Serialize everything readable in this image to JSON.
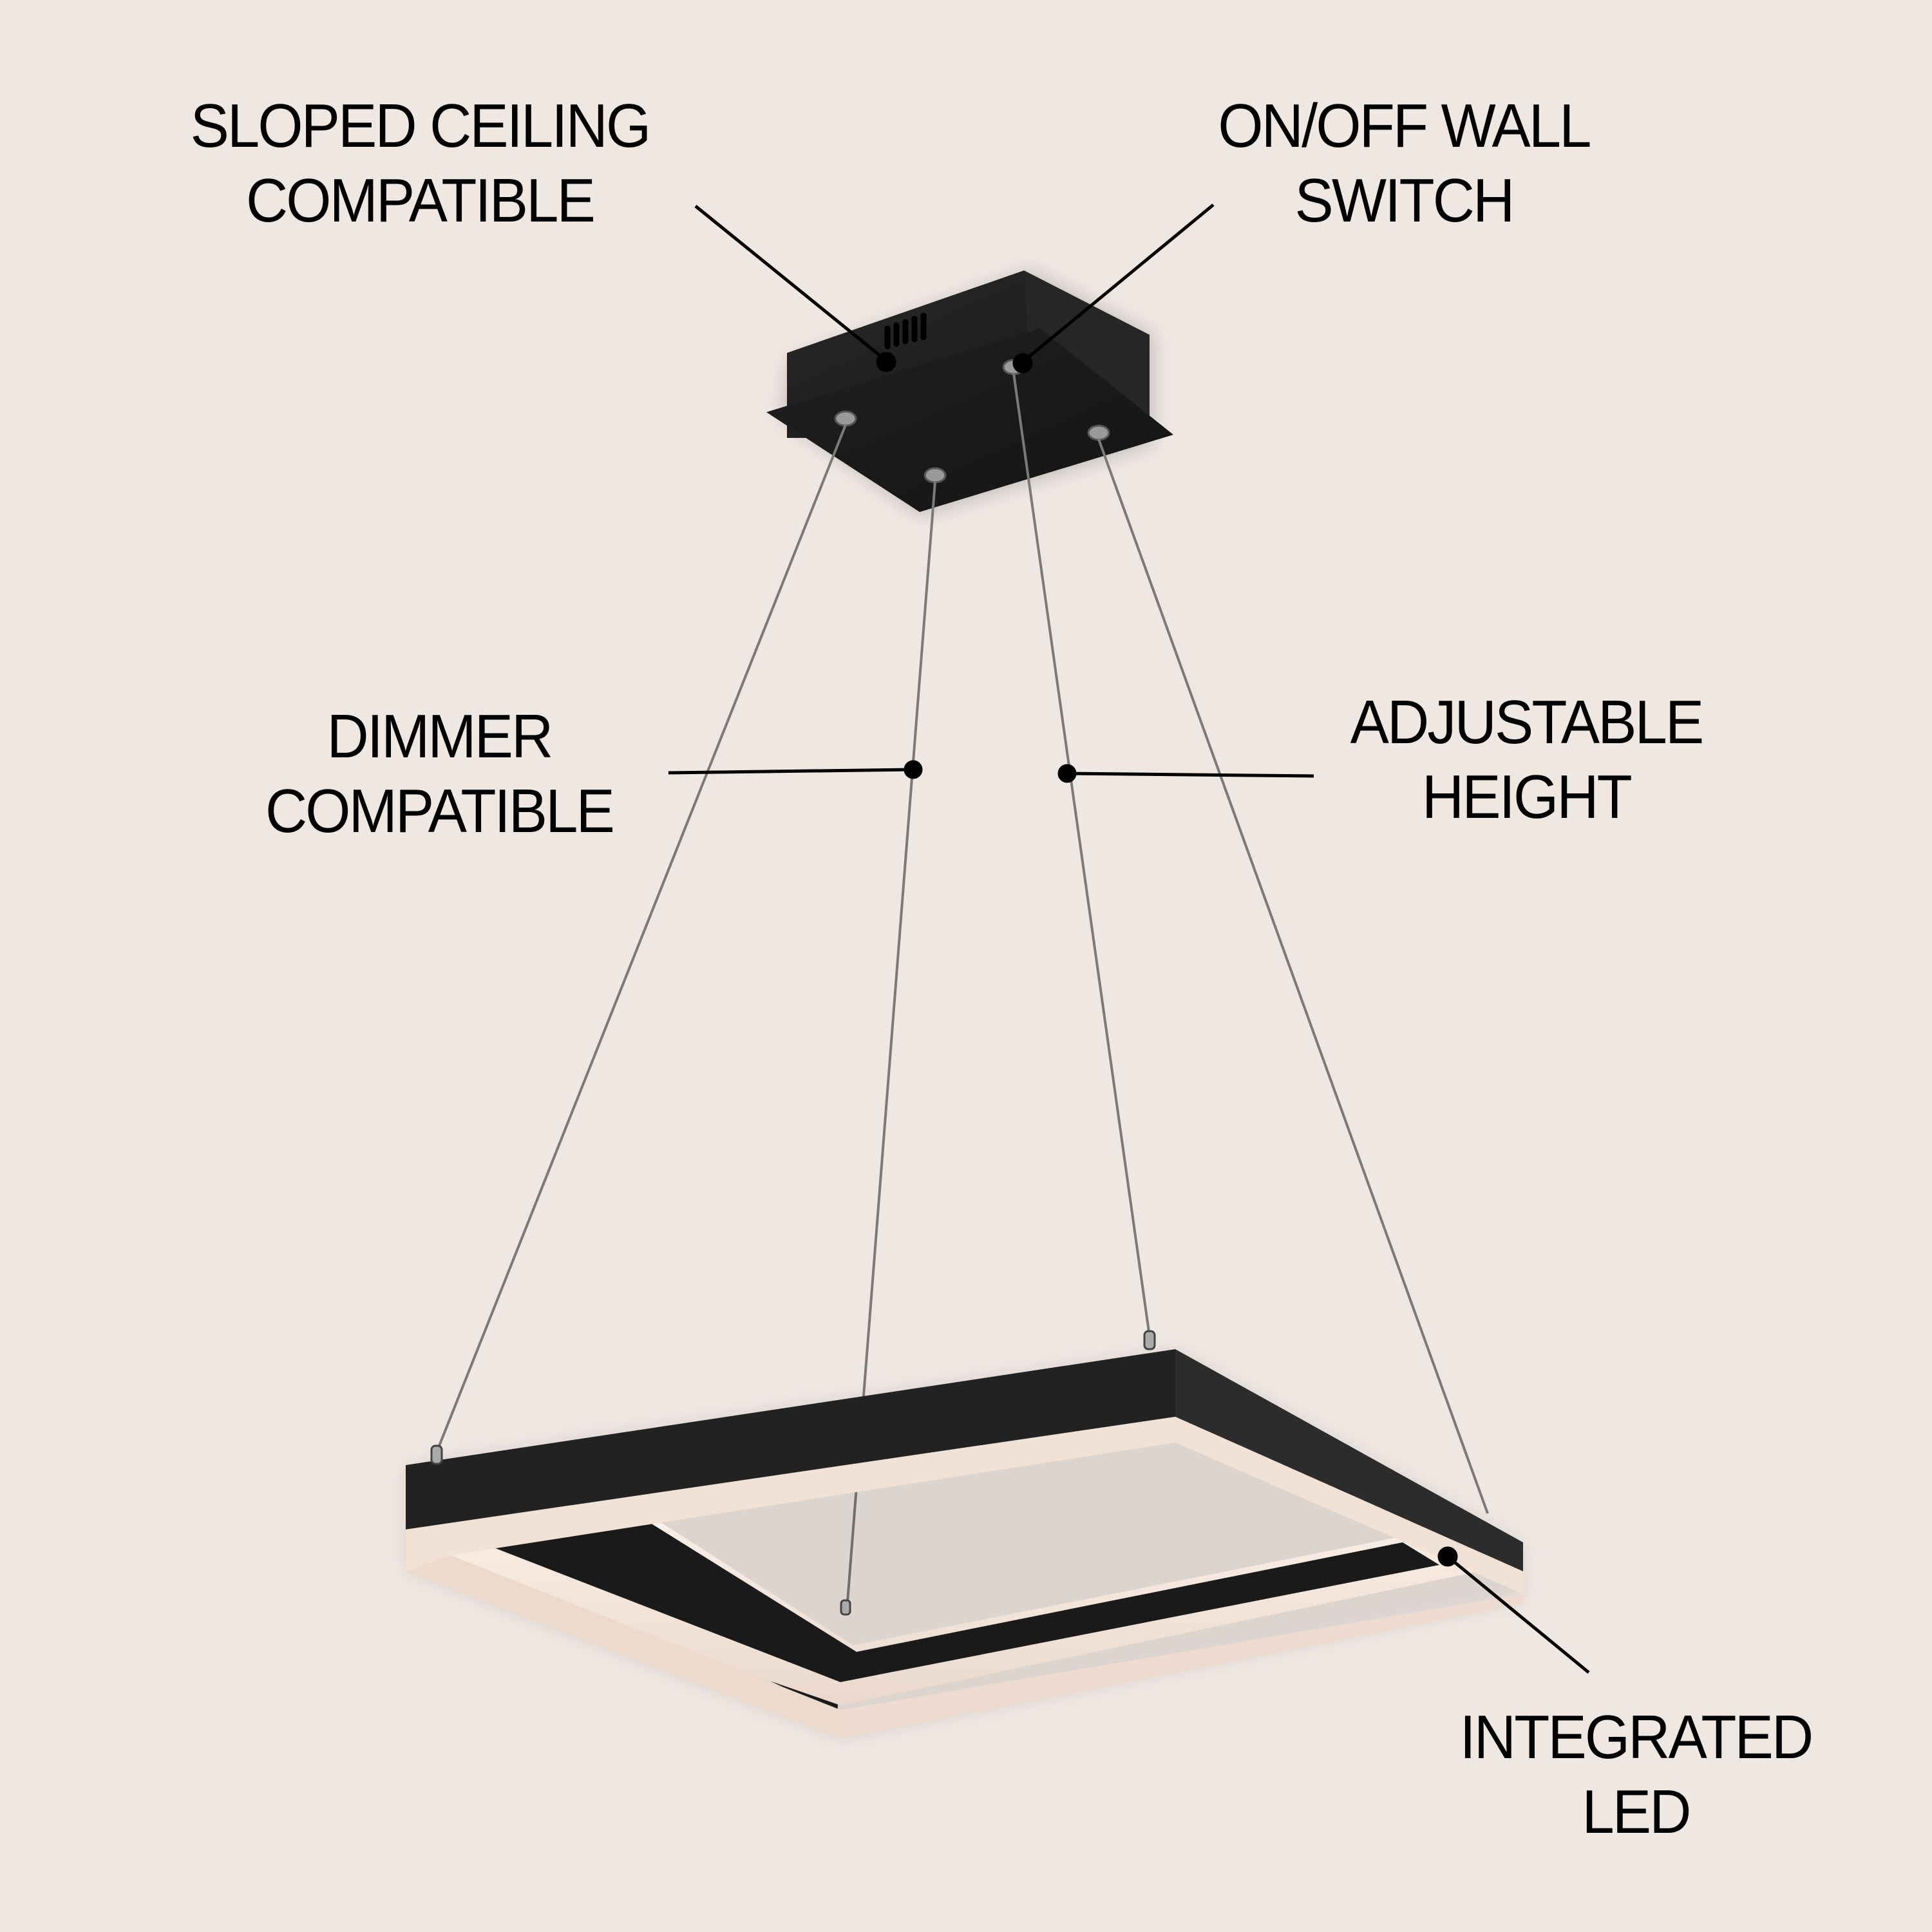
{
  "diagram": {
    "subject": "Square LED pendant light, black frame, suspended by four cables from a square canopy",
    "colors": {
      "background": "#efe7e2",
      "fixture": "#1c1c1c",
      "diffuser": "#f4e6dc",
      "callout": "#000000",
      "cable": "#7a7a7a"
    },
    "callouts": [
      {
        "id": "sloped-ceiling",
        "lines": [
          "SLOPED CEILING",
          "COMPATIBLE"
        ],
        "target": "canopy vent"
      },
      {
        "id": "on-off-switch",
        "lines": [
          "ON/OFF WALL",
          "SWITCH"
        ],
        "target": "canopy cable mount"
      },
      {
        "id": "dimmer",
        "lines": [
          "DIMMER",
          "COMPATIBLE"
        ],
        "target": "suspension cable"
      },
      {
        "id": "adjustable-height",
        "lines": [
          "ADJUSTABLE",
          "HEIGHT"
        ],
        "target": "suspension cable"
      },
      {
        "id": "integrated-led",
        "lines": [
          "INTEGRATED",
          "LED"
        ],
        "target": "LED diffuser edge"
      }
    ]
  }
}
